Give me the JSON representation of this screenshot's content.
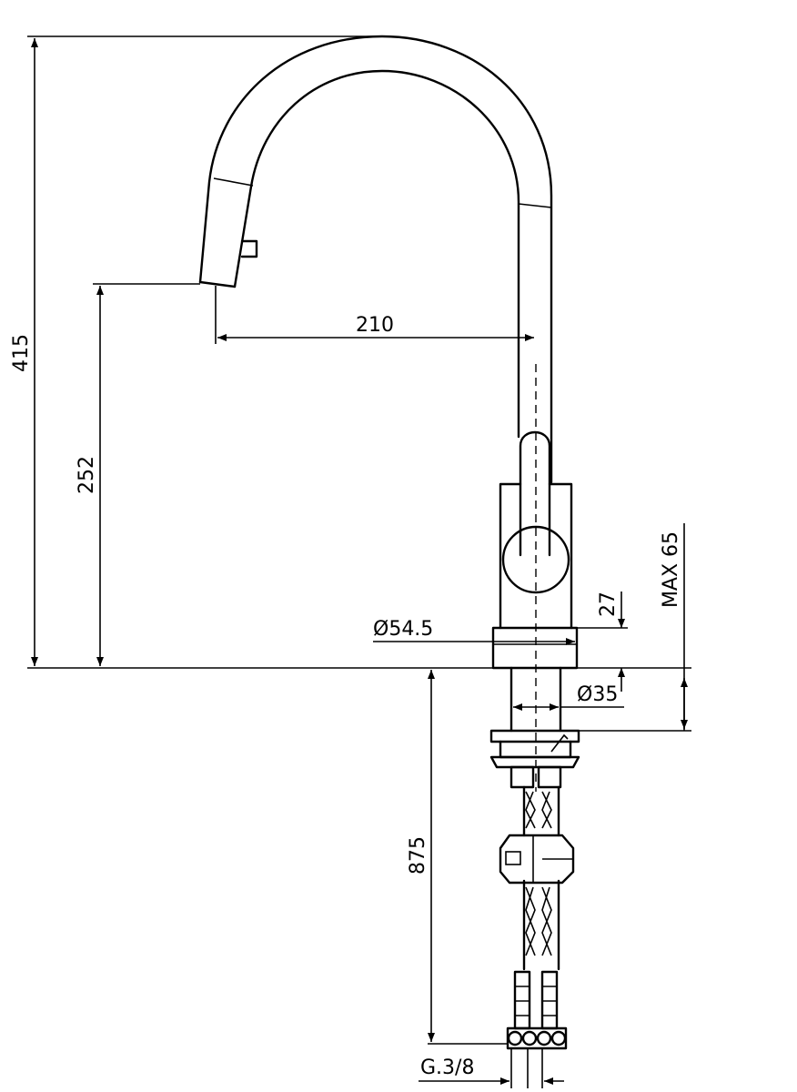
{
  "dimensions": {
    "total_height": "415",
    "spout_height": "252",
    "reach": "210",
    "base_diameter": "Ø54.5",
    "shank_diameter": "Ø35",
    "base_height": "27",
    "max_countertop": "MAX 65",
    "hose_length": "875",
    "connection": "G.3/8"
  }
}
